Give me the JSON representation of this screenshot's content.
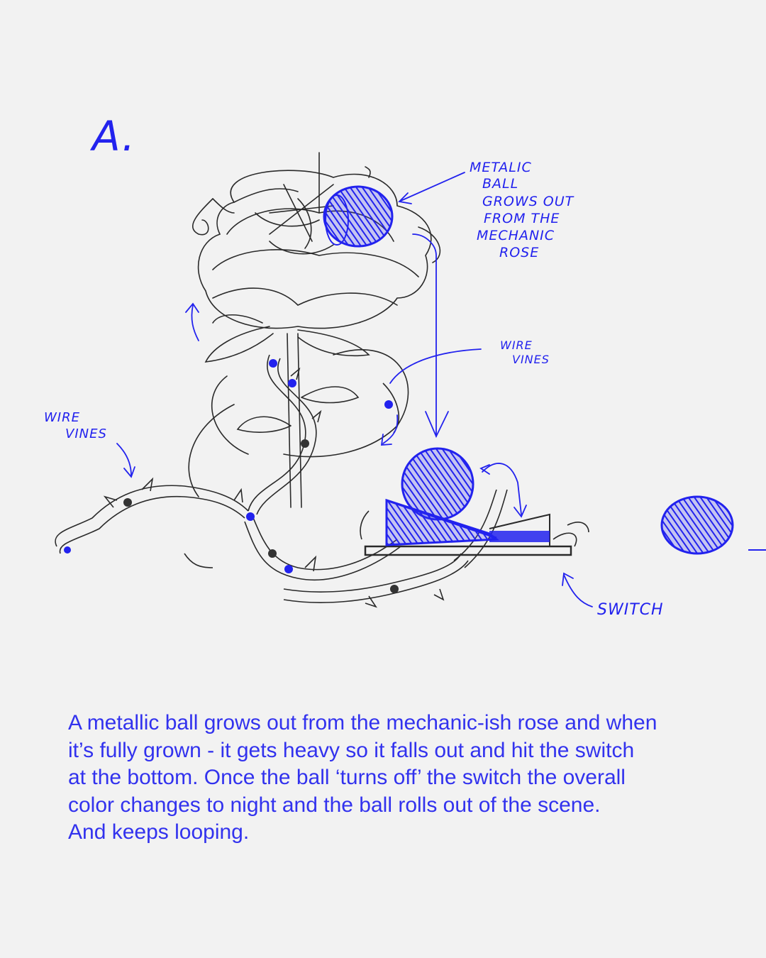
{
  "sketch": {
    "letter": "A.",
    "annotations": {
      "metallic_ball": [
        "METALIC",
        "BALL",
        "GROWS OUT",
        "FROM THE",
        "MECHANIC",
        "ROSE"
      ],
      "wire_vines_right": [
        "WIRE",
        "VINES"
      ],
      "wire_vines_left": [
        "WIRE",
        "VINES"
      ],
      "switch": "SWITCH"
    },
    "colors": {
      "ink": "#2a2a2a",
      "accent": "#2222ee",
      "background": "#f2f2f2"
    }
  },
  "description": {
    "lines": [
      "A metallic ball grows out from the mechanic-ish rose and when",
      "it’s fully grown - it gets heavy so it falls out and hit the switch",
      "at the bottom. Once the ball ‘turns off’ the switch the overall",
      "color changes to night and the ball rolls out of the scene.",
      "And keeps looping."
    ]
  }
}
